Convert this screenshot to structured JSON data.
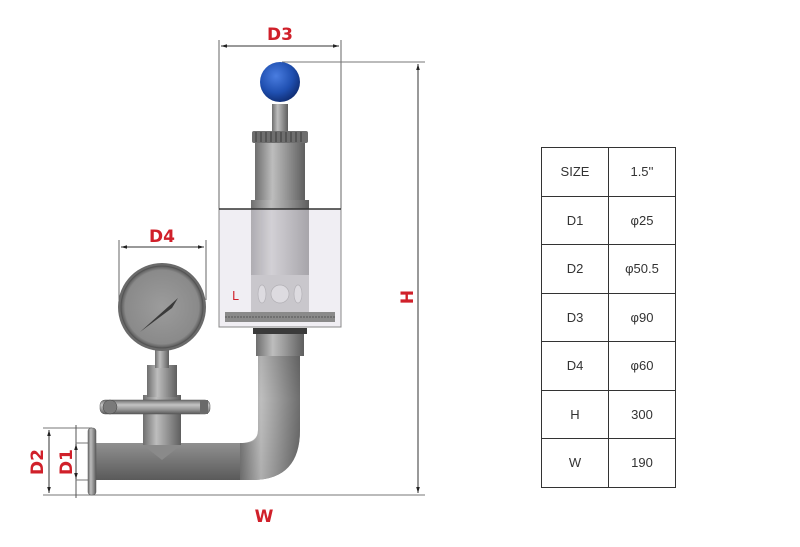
{
  "drawing": {
    "labels": {
      "d3": "D3",
      "d4": "D4",
      "h": "H",
      "w": "W",
      "d2": "D2",
      "d1": "D1",
      "level_mark": "L"
    },
    "colors": {
      "dimension_label": "#d0202a",
      "ball_knob": "#1f4fb0",
      "steel": "#8a8a8a"
    }
  },
  "spec_table": {
    "rows": [
      {
        "param": "SIZE",
        "value": "1.5''"
      },
      {
        "param": "D1",
        "value": "φ25"
      },
      {
        "param": "D2",
        "value": "φ50.5"
      },
      {
        "param": "D3",
        "value": "φ90"
      },
      {
        "param": "D4",
        "value": "φ60"
      },
      {
        "param": "H",
        "value": "300"
      },
      {
        "param": "W",
        "value": "190"
      }
    ]
  }
}
